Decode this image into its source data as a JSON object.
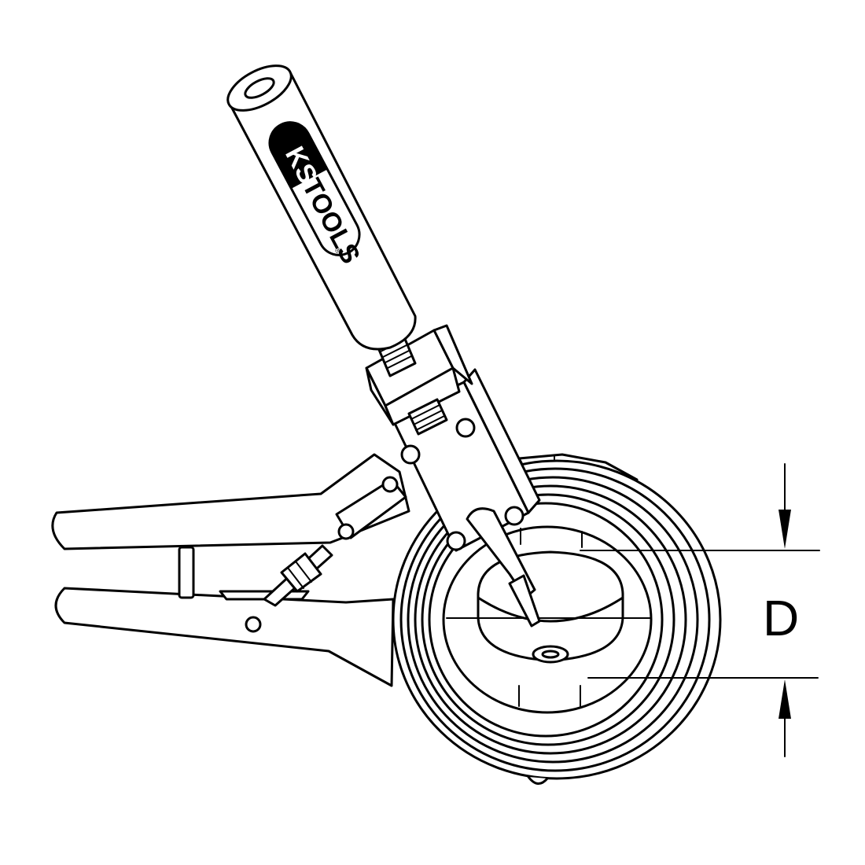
{
  "diagram": {
    "dimension_label": "D",
    "logo": {
      "brand_part1": "KS",
      "brand_part2": "TOOLS",
      "registered_mark": "®"
    },
    "colors": {
      "stroke": "#000000",
      "fill": "#ffffff",
      "logo_badge": "#000000"
    }
  }
}
